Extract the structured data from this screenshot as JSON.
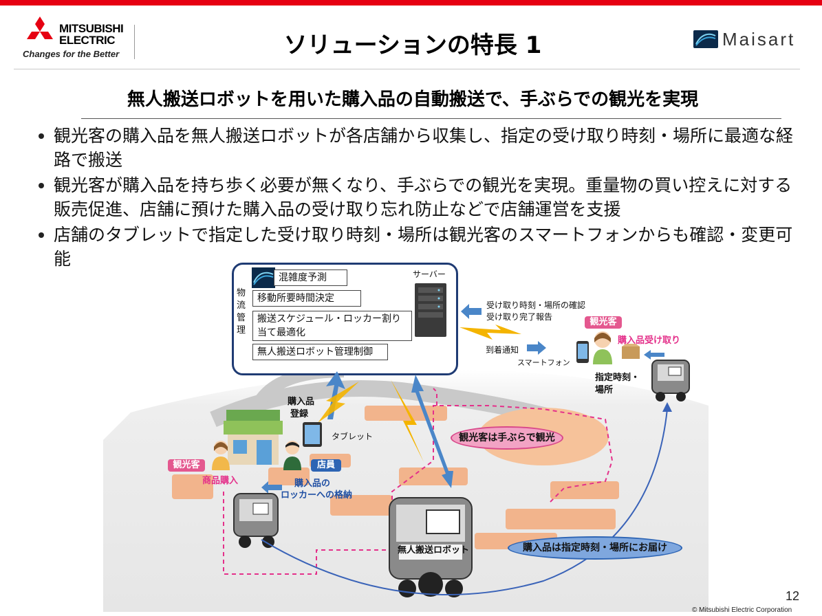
{
  "header": {
    "logo_line1": "MITSUBISHI",
    "logo_line2": "ELECTRIC",
    "slogan": "Changes for the Better",
    "title": "ソリューションの特長 1",
    "brand": "Maisart"
  },
  "subtitle": "無人搬送ロボットを用いた購入品の自動搬送で、手ぶらでの観光を実現",
  "bullets": [
    "観光客の購入品を無人搬送ロボットが各店舗から収集し、指定の受け取り時刻・場所に最適な経路で搬送",
    "観光客が購入品を持ち歩く必要が無くなり、手ぶらでの観光を実現。重量物の買い控えに対する販売促進、店舗に預けた購入品の受け取り忘れ防止などで店舗運営を支援",
    "店舗のタブレットで指定した受け取り時刻・場所は観光客のスマートフォンからも確認・変更可能"
  ],
  "diagram": {
    "side_label": "物流管理",
    "tasks": [
      "混雑度予測",
      "移動所要時間決定",
      "搬送スケジュール・ロッカー割り当て最適化",
      "無人搬送ロボット管理制御"
    ],
    "server_label": "サーバー",
    "confirm_text_1": "受け取り時刻・場所の確認",
    "confirm_text_2": "受け取り完了報告",
    "arrival_notice": "到着通知",
    "smartphone": "スマートフォン",
    "tourist_badge": "観光客",
    "receive_label": "購入品受け取り",
    "designated_1": "指定時刻・",
    "designated_2": "場所",
    "register_1": "購入品",
    "register_2": "登録",
    "tablet": "タブレット",
    "tourist_badge_2": "観光客",
    "purchase_label": "商品購入",
    "staff_badge": "店員",
    "store_1": "購入品の",
    "store_2": "ロッカーへの格納",
    "handsfree": "観光客は手ぶらで観光",
    "robot_label": "無人搬送ロボット",
    "delivery": "購入品は指定時刻・場所にお届け"
  },
  "footer": {
    "page": "12",
    "copyright": "© Mitsubishi Electric Corporation"
  },
  "colors": {
    "accent_red": "#e60012",
    "navy": "#1f3b73",
    "pink": "#e4588f",
    "blue": "#2d64b4"
  }
}
